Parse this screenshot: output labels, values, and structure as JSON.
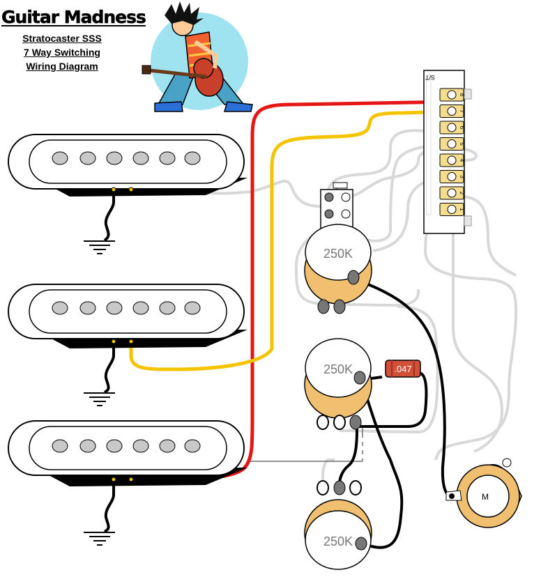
{
  "brand": {
    "logo_text": "Guitar Madness"
  },
  "title": {
    "line1": "Stratocaster SSS",
    "line2": "7 Way Switching",
    "line3": "Wiring Diagram"
  },
  "pots": [
    {
      "id": "pot-top",
      "label": "250K"
    },
    {
      "id": "pot-mid",
      "label": "250K"
    },
    {
      "id": "pot-bottom",
      "label": "250K"
    }
  ],
  "capacitor": {
    "label": ".047"
  },
  "jack": {
    "label": "M"
  },
  "switch": {
    "label": "S/T",
    "terminals": [
      "8",
      "7",
      "6",
      "5",
      "4",
      "3",
      "2",
      "1"
    ]
  },
  "colors": {
    "wire_hot_red": "#e51616",
    "wire_hot_yellow": "#f5c400",
    "wire_ground_black": "#000000",
    "wire_link_gray": "#d8d8d8",
    "pickup_body": "#ffffff",
    "pole_piece": "#c8c8c8",
    "pot_body": "#f0c070",
    "pot_cap": "#ffffff",
    "cap_body": "#d0503a",
    "switch_lug": "#f5dd8e"
  }
}
